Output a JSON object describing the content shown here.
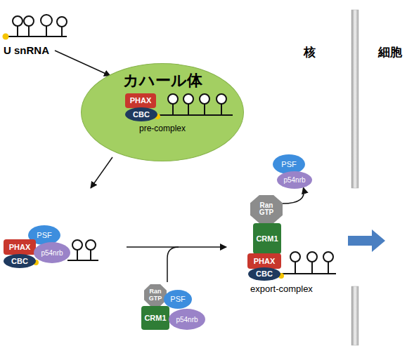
{
  "diagram": {
    "nodes": [
      {
        "text": [
          "カハール体",
          "pre-complex"
        ]
      },
      {
        "text": [
          "PHAX"
        ],
        "in": 0
      },
      {
        "text": [
          "CBC"
        ],
        "in": 0
      },
      {
        "text": [
          "PSF"
        ]
      },
      {
        "text": [
          "p54nrb"
        ]
      },
      {
        "text": [
          "PSF"
        ]
      },
      {
        "text": [
          "PHAX"
        ]
      },
      {
        "text": [
          "CBC"
        ]
      },
      {
        "text": [
          "p54nrb"
        ]
      },
      {
        "text": [
          "Ran GTP"
        ]
      },
      {
        "text": [
          "CRM1"
        ]
      },
      {
        "text": [
          "PHAX"
        ]
      },
      {
        "text": [
          "CBC"
        ]
      },
      {
        "text": [
          "Ran GTP"
        ]
      },
      {
        "text": [
          "PSF"
        ]
      },
      {
        "text": [
          "CRM1"
        ]
      },
      {
        "text": [
          "p54nrb"
        ]
      }
    ],
    "edges": [
      {
        "from": 9,
        "to": 4,
        "arrow": "to"
      }
    ],
    "labels": [
      "U snRNA",
      "核",
      "細胞",
      "export-complex"
    ]
  }
}
